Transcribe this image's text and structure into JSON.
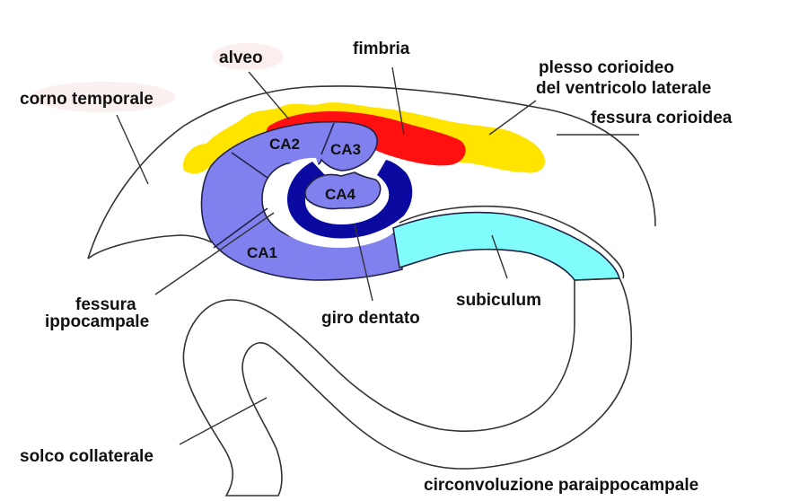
{
  "title": "Sezione coronale dell'ippocampo",
  "colors": {
    "choroid_plexus": "#ffe400",
    "alveus_fimbria": "#ff1010",
    "cornu_ammonis": "#8080ef",
    "dentate_gyrus": "#0a0aa0",
    "subiculum": "#80fcfc",
    "parahippocampal": "#c0c0c0",
    "outline": "#333333",
    "text": "#111111"
  },
  "regions": {
    "ca1": "CA1",
    "ca2": "CA2",
    "ca3": "CA3",
    "ca4": "CA4"
  },
  "labels": {
    "alveo": "alveo",
    "fimbria": "fimbria",
    "corno_temporale": "corno temporale",
    "plesso_line1": "plesso corioideo",
    "plesso_line2": "del ventricolo laterale",
    "fessura_corioidea": "fessura corioidea",
    "fessura_ippocampale_line1": "fessura",
    "fessura_ippocampale_line2": "ippocampale",
    "giro_dentato": "giro dentato",
    "subiculum": "subiculum",
    "solco_collaterale": "solco collaterale",
    "circonvoluzione_paraippocampale": "circonvoluzione paraippocampale"
  }
}
